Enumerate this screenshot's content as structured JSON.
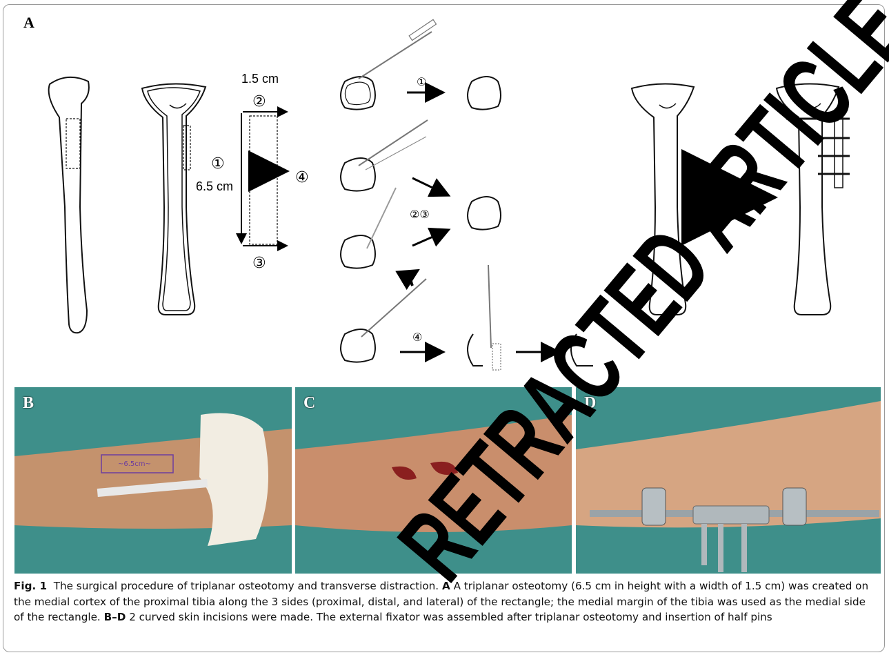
{
  "panels": {
    "a_label": "A",
    "b_label": "B",
    "c_label": "C",
    "d_label": "D"
  },
  "dimensions": {
    "width": "1.5 cm",
    "height": "6.5 cm"
  },
  "step_markers": {
    "s1": "①",
    "s2": "②",
    "s3": "③",
    "s4": "④",
    "s23": "②③"
  },
  "ruler_text": "~6.5cm~",
  "caption": {
    "fig_label": "Fig. 1",
    "intro": "The surgical procedure of triplanar osteotomy and transverse distraction.",
    "part_a_label": "A",
    "part_a_text": "A triplanar osteotomy (6.5 cm in height with a width of 1.5 cm) was created on the medial cortex of the proximal tibia along the 3 sides (proximal, distal, and lateral) of the rectangle; the medial margin of the tibia was used as the medial side of the rectangle.",
    "part_bd_label": "B–D",
    "part_bd_text": "2 curved skin incisions were made. The external fixator was assembled after triplanar osteotomy and insertion of half pins"
  },
  "watermark": "RETRACTED ARTICLE",
  "colors": {
    "watermark": "#000000",
    "drape": "#3e8f8a",
    "skin": "#c4926d"
  }
}
